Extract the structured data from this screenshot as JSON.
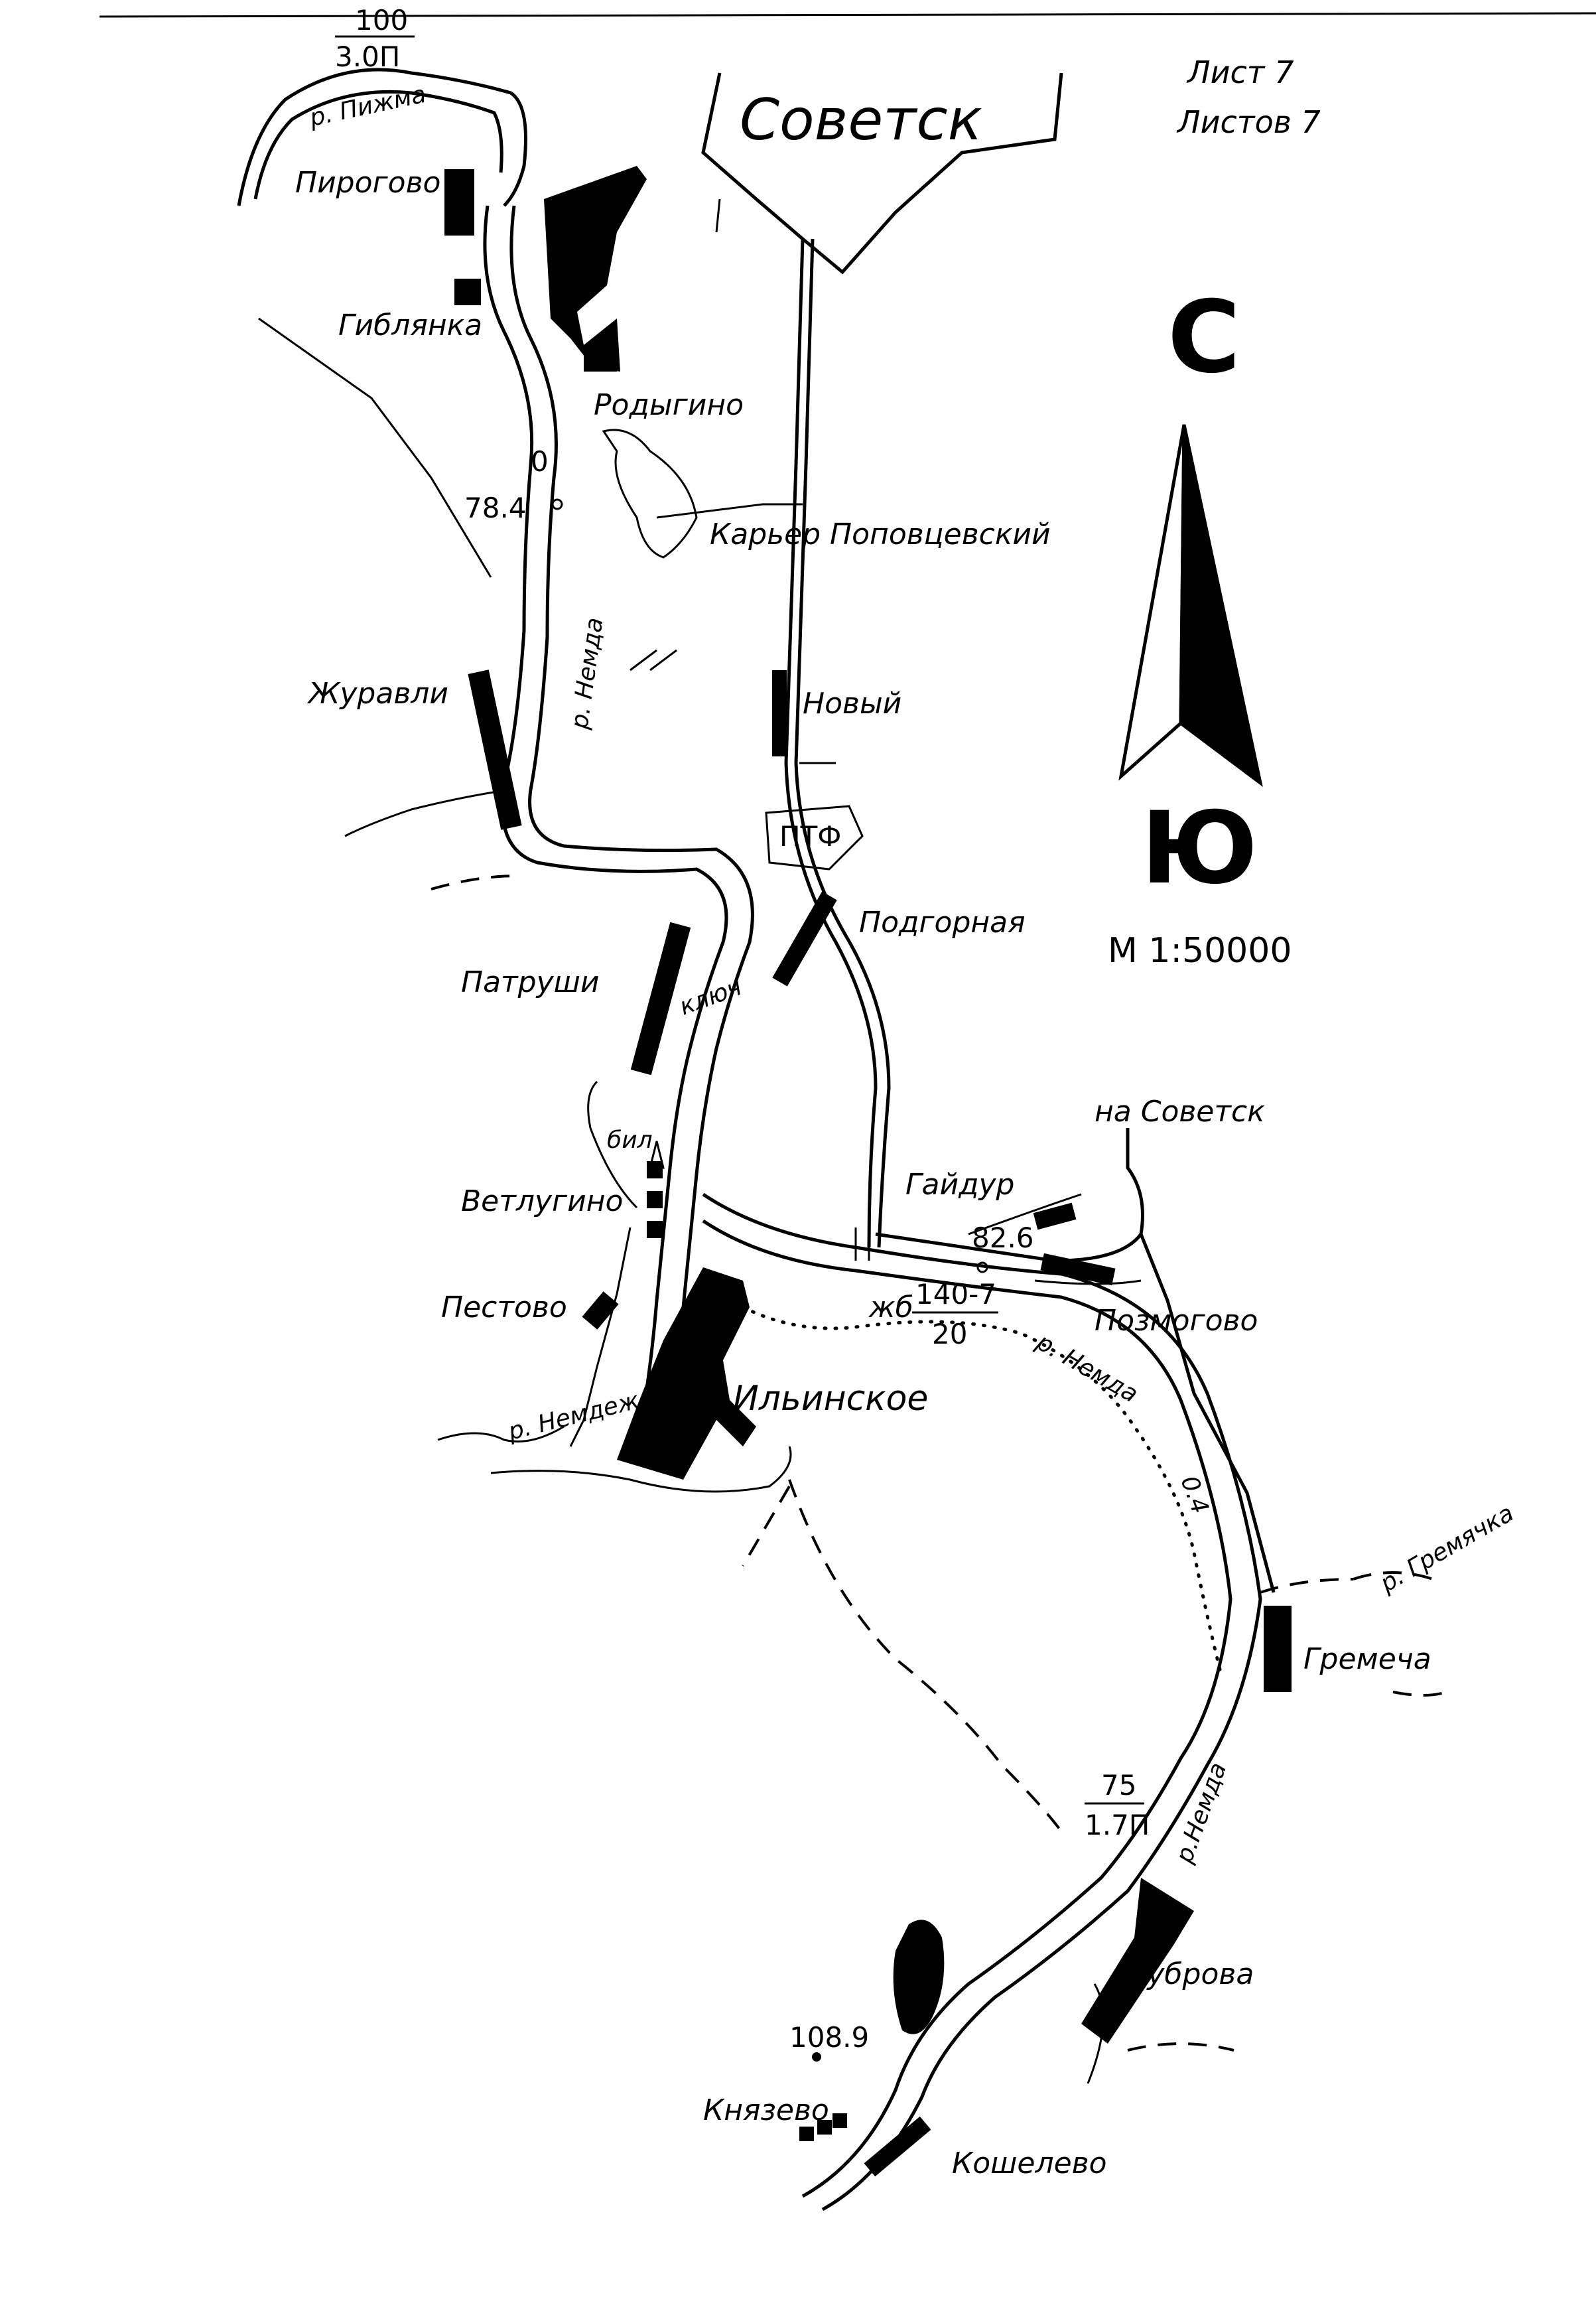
{
  "sheet": {
    "line1": "Лист 7",
    "line2": "Листов 7"
  },
  "compass": {
    "north": "С",
    "south": "Ю"
  },
  "scale": "М 1:50000",
  "city": "Советск",
  "rivers": {
    "pizhma": "р. Пижма",
    "nemda_upper": "р. Немда",
    "nemda_lower": "р. Немда",
    "nemda_bottom": "р.Немда",
    "nemdezh": "р. Немдеж",
    "gremyachka": "р. Гремячка"
  },
  "villages": {
    "pirogovo": "Пирогово",
    "giblyanka": "Гиблянка",
    "rodygino": "Родыгино",
    "karier": "Карьер Поповцевский",
    "zhuravli": "Журавли",
    "novyi": "Новый",
    "ptf": "ПТФ",
    "podgornaya": "Подгорная",
    "patrushi": "Патруши",
    "klyuch": "ключ",
    "bil": "бил",
    "vetlugino": "Ветлугино",
    "pestovo": "Пестово",
    "na_sovetsk": "на Советск",
    "gaidur": "Гайдур",
    "pozmogovo": "Позмогово",
    "ilinskoe": "Ильинское",
    "gremecha": "Гремеча",
    "dubrova": "Дуброва",
    "knyazevo": "Князево",
    "koshelevo": "Кошелево"
  },
  "marks": {
    "top_num": "100",
    "top_den": "3.0П",
    "elev_784": "78.4",
    "elev_826": "82.6",
    "bridge_prefix": "жб",
    "bridge_num": "140-7",
    "bridge_den": "20",
    "mark_75": "75",
    "mark_17": "1.7П",
    "elev_1089": "108.9",
    "zero": "0",
    "depth": "0.4"
  }
}
